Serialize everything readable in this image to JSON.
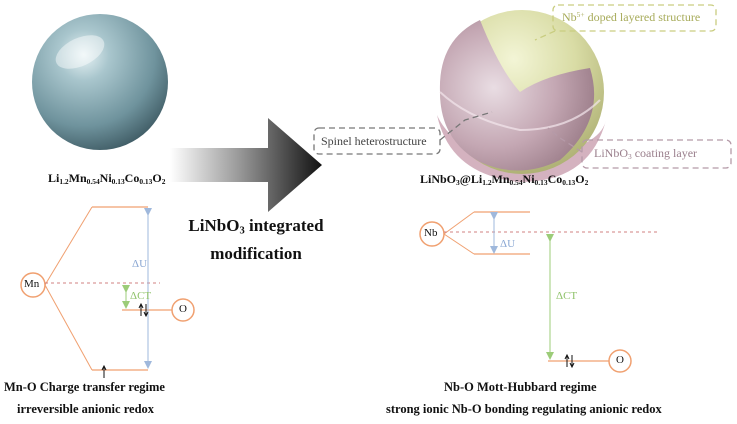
{
  "left": {
    "formula": {
      "parts": [
        {
          "t": "Li"
        },
        {
          "sub": "1.2"
        },
        {
          "t": "Mn"
        },
        {
          "sub": "0.54"
        },
        {
          "t": "Ni"
        },
        {
          "sub": "0.13"
        },
        {
          "t": "Co"
        },
        {
          "sub": "0.13"
        },
        {
          "t": "O"
        },
        {
          "sub": "2"
        }
      ]
    },
    "mn_label": "Mn",
    "o_label": "O",
    "delta_u": "ΔU",
    "delta_ct": "ΔCT",
    "regime_title": "Mn-O Charge transfer regime",
    "regime_subtitle": "irreversible anionic redox"
  },
  "middle": {
    "line1_main": "LiNbO",
    "line1_sub": "3",
    "line1_rest": " integrated",
    "line2": "modification"
  },
  "right": {
    "formula": {
      "parts": [
        {
          "t": "LiNbO"
        },
        {
          "sub": "3"
        },
        {
          "t": "@Li"
        },
        {
          "sub": "1.2"
        },
        {
          "t": "Mn"
        },
        {
          "sub": "0.54"
        },
        {
          "t": "Ni"
        },
        {
          "sub": "0.13"
        },
        {
          "t": "Co"
        },
        {
          "sub": "0.13"
        },
        {
          "t": "O"
        },
        {
          "sub": "2"
        }
      ]
    },
    "callout_doped_pre": "Nb",
    "callout_doped_sup": "5+",
    "callout_doped_post": " doped layered  structure",
    "callout_spinel": "Spinel heterostructure",
    "callout_coating_pre": "LiNbO",
    "callout_coating_sub": "3",
    "callout_coating_post": " coating layer",
    "nb_label": "Nb",
    "o_label": "O",
    "delta_u": "ΔU",
    "delta_ct": "ΔCT",
    "regime_title": "Nb-O Mott-Hubbard regime",
    "regime_subtitle": "strong ionic Nb-O bonding  regulating anionic redox"
  },
  "colors": {
    "orange": "#f0a070",
    "blue": "#9fb8dc",
    "green": "#9ccc78",
    "olive": "#c9cd80",
    "mauve": "#b59aa8",
    "gray": "#777777",
    "sphere_blue": "#7fa3ad",
    "shell_pink": "#c8a4b0",
    "core_yellow": "#d6d9a0"
  }
}
